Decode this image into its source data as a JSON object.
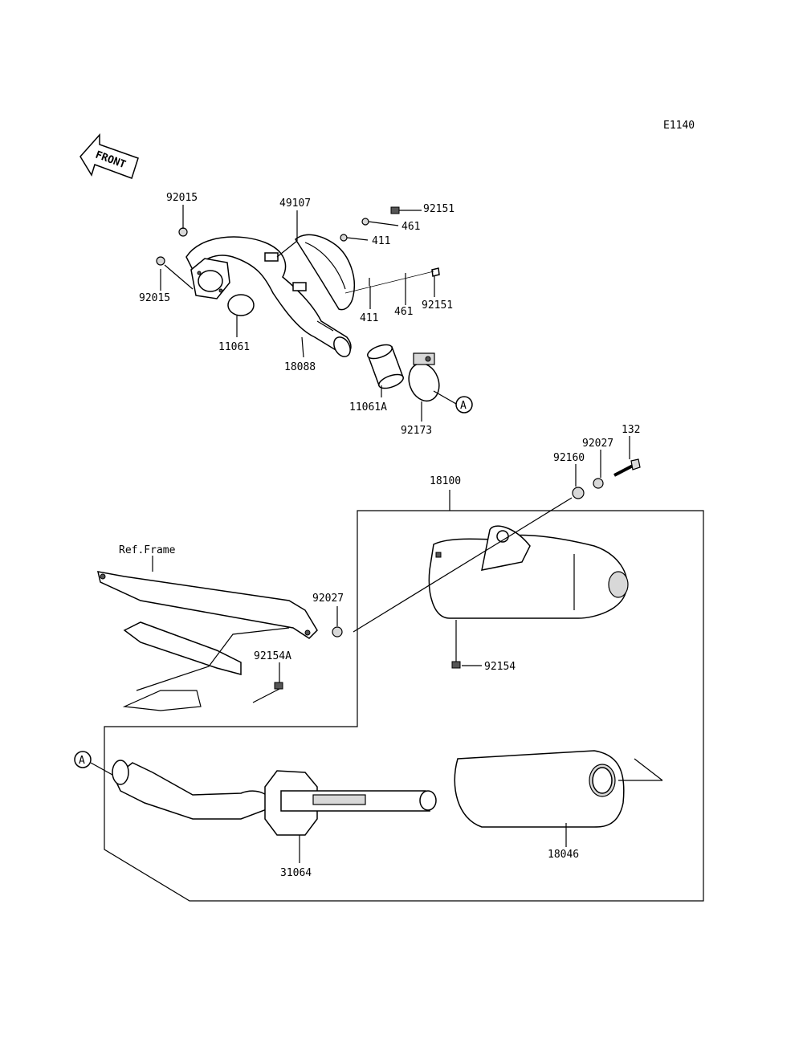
{
  "diagram_code": "E1140",
  "front_label": "FRONT",
  "ref_frame_label": "Ref.Frame",
  "marker_a": "A",
  "parts": {
    "p92015_top": "92015",
    "p92015_bottom": "92015",
    "p11061": "11061",
    "p49107": "49107",
    "p92151_top": "92151",
    "p461_top": "461",
    "p411_top": "411",
    "p411_bottom": "411",
    "p461_bottom": "461",
    "p92151_bottom": "92151",
    "p18088": "18088",
    "p11061A": "11061A",
    "p92173": "92173",
    "p132": "132",
    "p92027_top": "92027",
    "p92160": "92160",
    "p18100": "18100",
    "p92027_mid": "92027",
    "p92154A": "92154A",
    "p92154": "92154",
    "p31064": "31064",
    "p18046": "18046"
  }
}
